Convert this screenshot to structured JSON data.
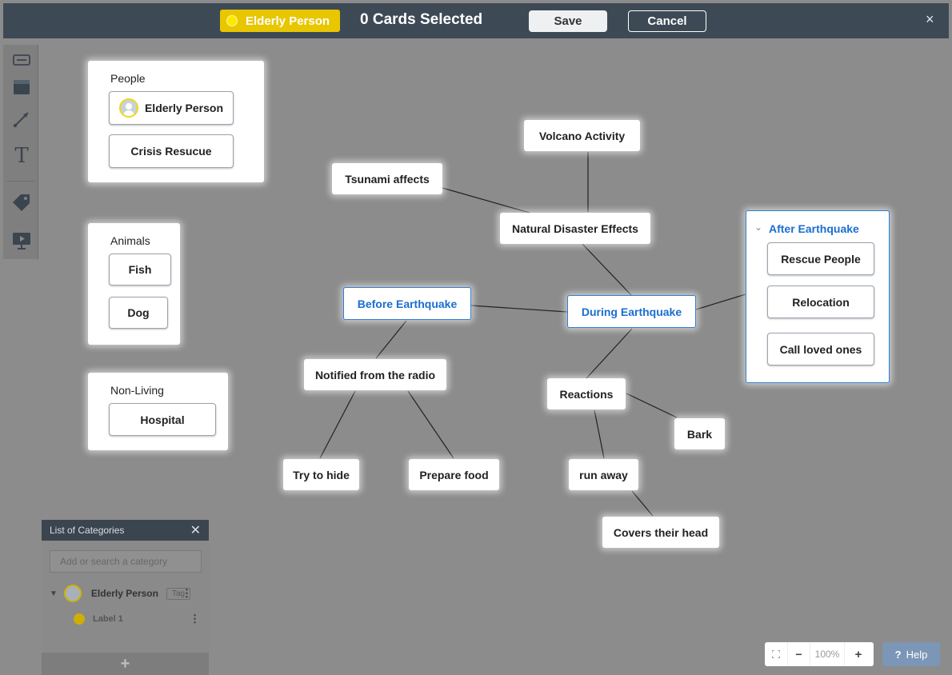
{
  "topbar": {
    "tag_label": "Elderly Person",
    "selected_text": "0 Cards Selected",
    "save_label": "Save",
    "cancel_label": "Cancel",
    "close_glyph": "×"
  },
  "toolbar": {
    "tools": [
      "text-field-icon",
      "card-icon",
      "connector-line-icon",
      "text-icon",
      "tag-icon",
      "presentation-icon"
    ]
  },
  "groups": {
    "people": {
      "title": "People",
      "items": [
        "Elderly Person",
        "Crisis Resucue"
      ]
    },
    "animals": {
      "title": "Animals",
      "items": [
        "Fish",
        "Dog"
      ]
    },
    "nonliving": {
      "title": "Non-Living",
      "items": [
        "Hospital"
      ]
    },
    "after": {
      "title": "After Earthquake",
      "items": [
        "Rescue People",
        "Relocation",
        "Call loved ones"
      ]
    }
  },
  "nodes": {
    "volcano": "Volcano Activity",
    "tsunami": "Tsunami affects",
    "natural": "Natural Disaster Effects",
    "before": "Before Earthquake",
    "during": "During Earthquake",
    "notified": "Notified from the radio",
    "hide": "Try to hide",
    "food": "Prepare food",
    "reactions": "Reactions",
    "bark": "Bark",
    "runaway": "run away",
    "covers": "Covers their head"
  },
  "categories": {
    "title": "List of Categories",
    "close_glyph": "✕",
    "search_placeholder": "Add or search a category",
    "items": [
      {
        "label": "Elderly Person",
        "tag": "Tag",
        "children": [
          "Label 1"
        ]
      }
    ],
    "add_glyph": "+",
    "menu_glyph": "⋮"
  },
  "zoom": {
    "minus": "−",
    "level": "100%",
    "plus": "+"
  },
  "help": {
    "glyph": "?",
    "label": "Help"
  },
  "colors": {
    "accent_blue": "#2d7fd6",
    "tag_yellow": "#e8c600",
    "topbar": "#3d4a56",
    "canvas": "#8c8c8c"
  }
}
